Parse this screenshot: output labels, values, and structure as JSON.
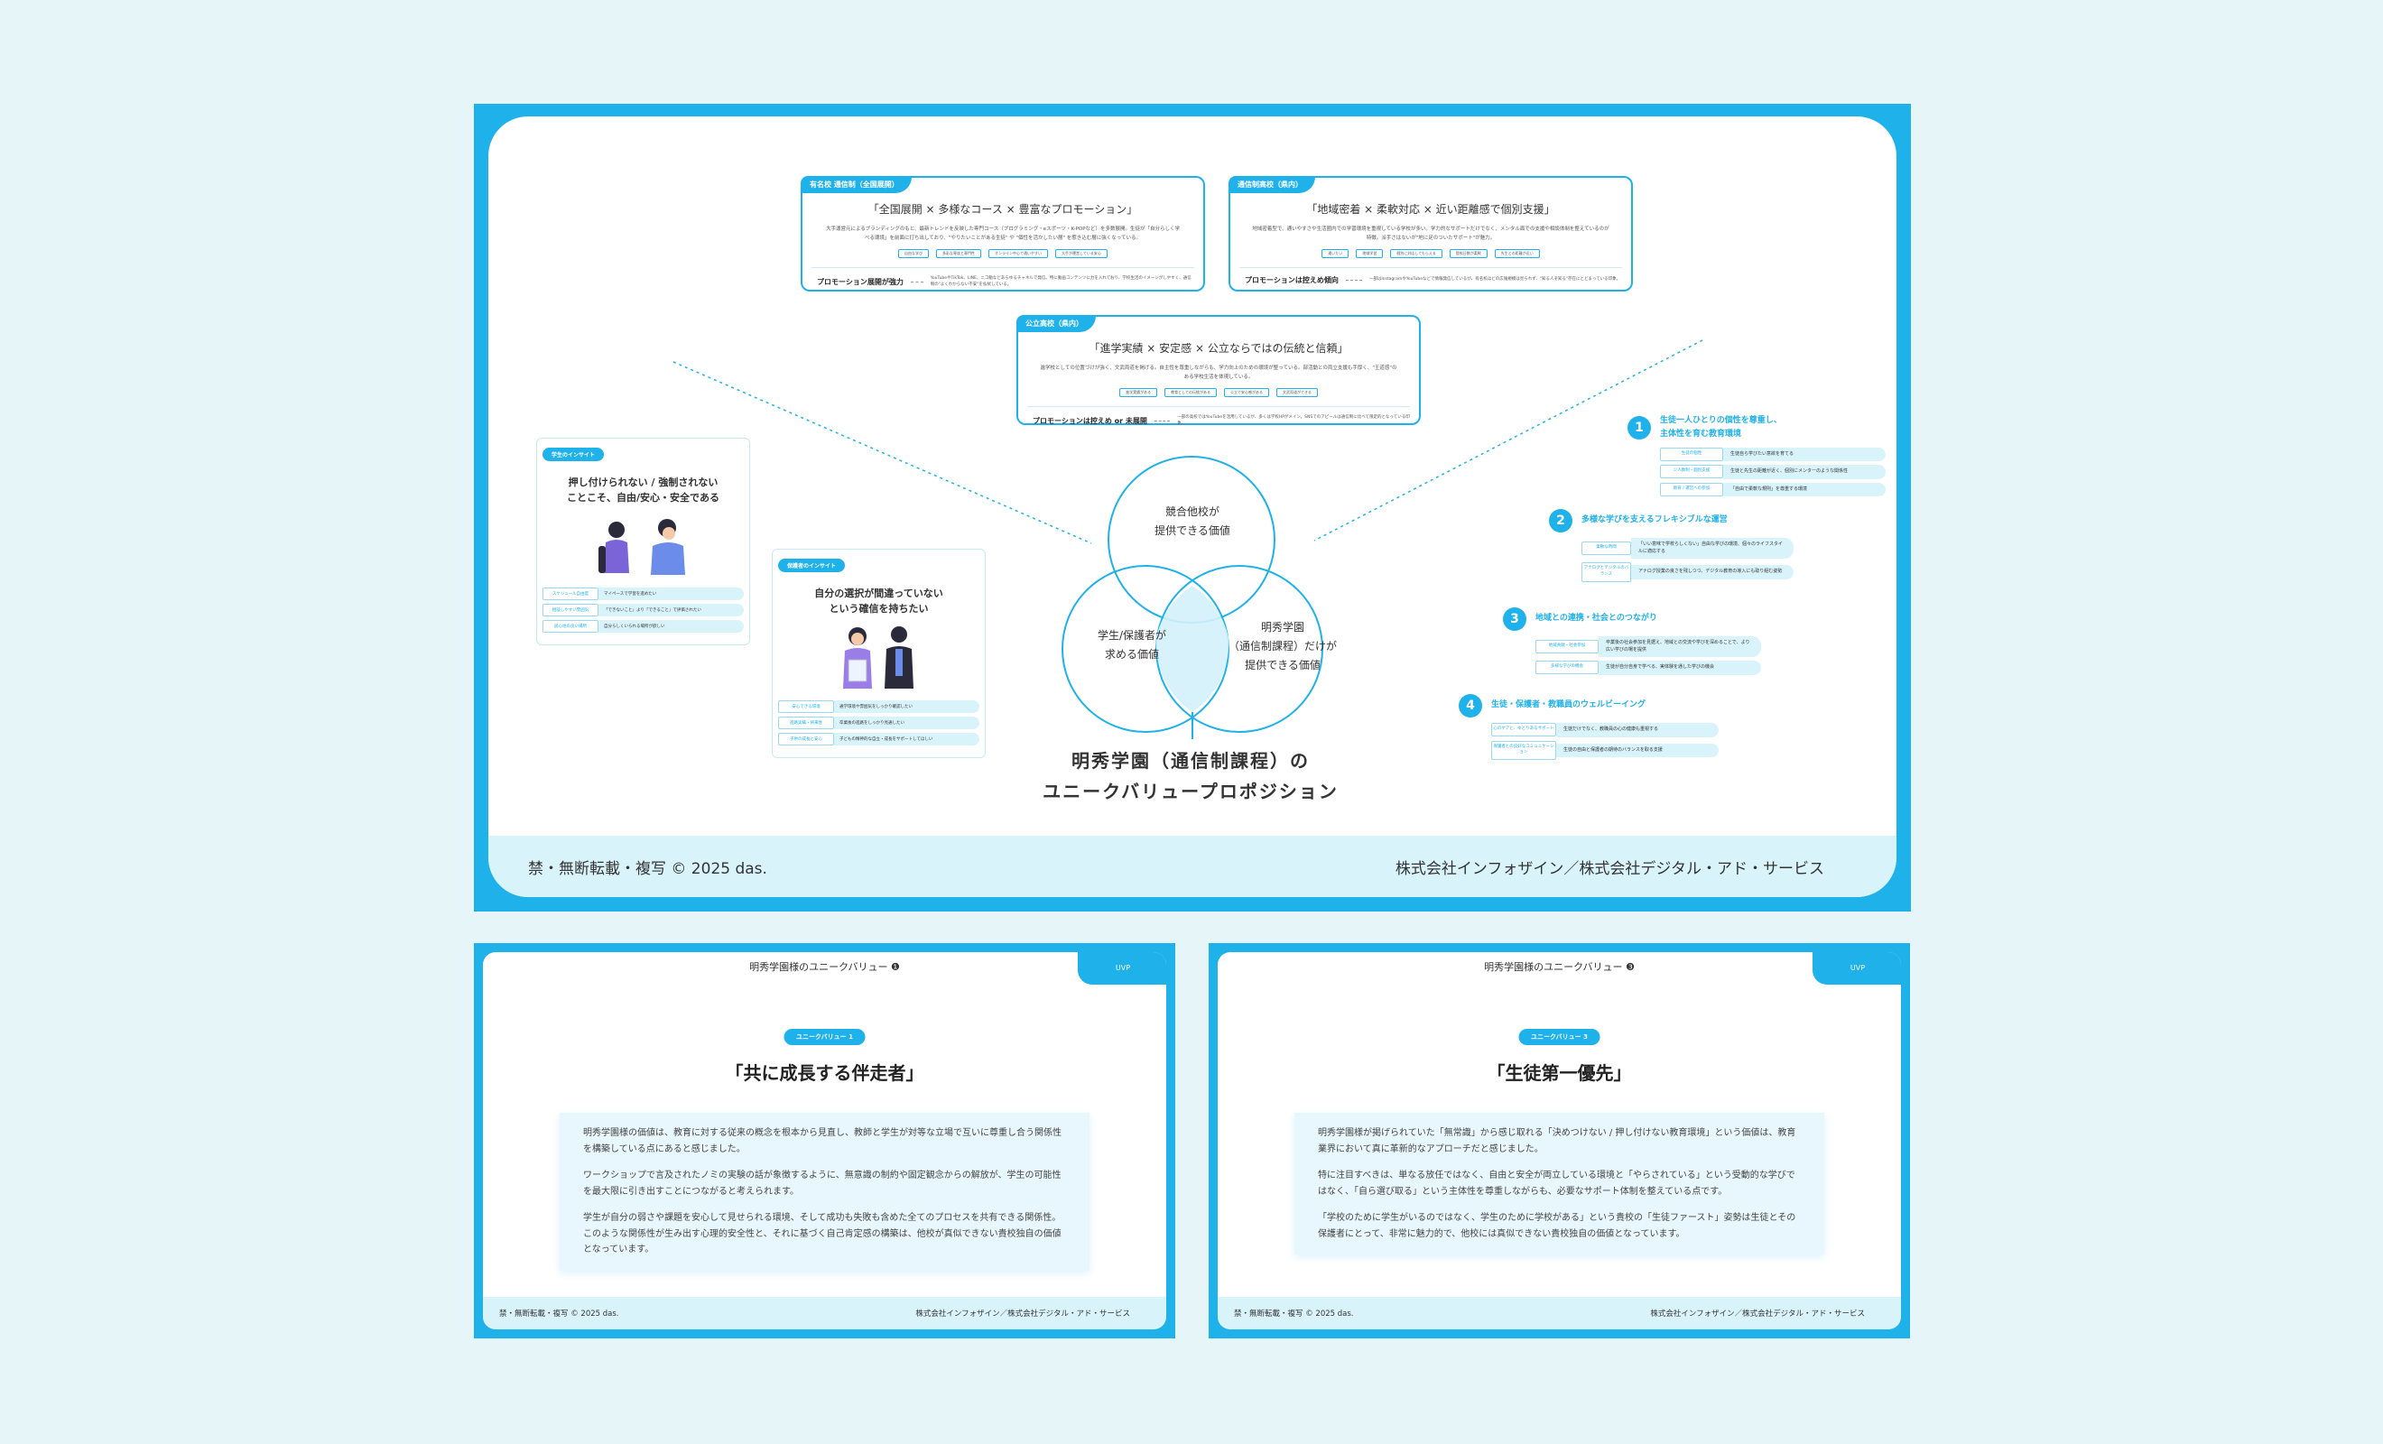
{
  "main_slide": {
    "footer_left": "禁・無断転載・複写 © 2025 das.",
    "footer_right": "株式会社インフォザイン／株式会社デジタル・アド・サービス",
    "title_line1": "明秀学園（通信制課程）の",
    "title_line2": "ユニークバリュープロポジション",
    "venn": {
      "top": [
        "競合他校が",
        "提供できる価値"
      ],
      "left": [
        "学生/保護者が",
        "求める価値"
      ],
      "right": [
        "明秀学園",
        "（通信制課程）だけが",
        "提供できる価値"
      ]
    },
    "schools": [
      {
        "tag": "有名校 通信制（全国展開）",
        "title": "「全国展開 × 多様なコース × 豊富なプロモーション」",
        "desc": "大手運営元によるブランディングのもと、最新トレンドを反映した専門コース（プログラミング・eスポーツ・K-POPなど）を多数展開。生徒が「自分らしく学べる環境」を前面に打ち出しており、\"やりたいことがある生徒\" や \"個性を活かしたい層\" を惹き込む層に強くなっている。",
        "chips": [
          "自由な学び",
          "多彩な専攻と専門性",
          "オンライン中心で通いやすい",
          "大手が運営している安心"
        ],
        "promo_label": "プロモーション展開が強力",
        "promo_text": "YouTubeやTikTok、LINE、ニコ動などあらゆるチャネルで発信。特に動画コンテンツに力を入れており、学校生活のイメージがしやすく、通信制の\"よくわからない不安\"を払拭している。"
      },
      {
        "tag": "通信制高校（県内）",
        "title": "「地域密着 × 柔軟対応 × 近い距離感で個別支援」",
        "desc": "地域密着型で、通いやすさや生活圏内での学習環境を重視している学校が多い。学力的なサポートだけでなく、メンタル面での支援や相談体制を整えているのが特徴。派手さはないが\"地に足のついたサポート\"が魅力。",
        "chips": [
          "通いたい",
          "地域学習",
          "個別に対応してもらえる",
          "登校日数が柔軟",
          "先生との距離が近い"
        ],
        "promo_label": "プロモーションは控えめ傾向",
        "promo_text": "一部はInstagramやYouTubeなどで情報発信しているが、有名校ほどの広報規模は見られず、\"知る人ぞ知る\"存在にとどまっている印象。"
      },
      {
        "tag": "公立高校（県内）",
        "title": "「進学実績 × 安定感 × 公立ならではの伝統と信頼」",
        "desc": "進学校としての位置づけが強く、文武両道を掲げる。自主性を尊重しながらも、学力向上のための環境が整っている。部活動との両立支援も手厚く、\"王道感\"のある学校生活を体現している。",
        "chips": [
          "進学実績がある",
          "教育としての伝統がある",
          "公立で安心感がある",
          "文武両道ができる"
        ],
        "promo_label": "プロモーションは控えめ or 未展開",
        "promo_text": "一部の高校ではYouTubeを活用しているが、多くは学校HPがメイン。SNSでのアピールは通信制に比べて限定的となっている印象。"
      }
    ],
    "insights": [
      {
        "tag": "学生のインサイト",
        "title": [
          "押し付けられない / 強制されない",
          "ことこそ、自由/安心・安全である"
        ],
        "rows": [
          [
            "スケジュール自由度",
            "マイペースで学習を進めたい"
          ],
          [
            "相談しやすい雰囲気",
            "「できないこと」より「できること」で評価されたい"
          ],
          [
            "居心地の良い場所",
            "自分らしくいられる場所が欲しい"
          ]
        ]
      },
      {
        "tag": "保護者のインサイト",
        "title": [
          "自分の選択が間違っていない",
          "という確信を持ちたい"
        ],
        "rows": [
          [
            "安心できる環境",
            "通学環境や雰囲気をしっかり確認したい"
          ],
          [
            "進路実績・将来性",
            "卒業後の進路をしっかり見通したい"
          ],
          [
            "子供の成長と安心",
            "子どもの精神的な自立・成長をサポートしてほしい"
          ]
        ]
      }
    ],
    "uvp_items": [
      {
        "num": "1",
        "heading": [
          "生徒一人ひとりの個性を尊重し、",
          "主体性を育む教育環境"
        ],
        "rows": [
          [
            "生徒の個性",
            "生徒自ら学びたい意欲を育てる"
          ],
          [
            "少人数制・個別支援",
            "生徒と先生の距離が近く、個別にメンターのような関係性"
          ],
          [
            "教育 / 運営への参加",
            "「自由で柔軟な規則」を尊重する環境"
          ]
        ]
      },
      {
        "num": "2",
        "heading": [
          "多様な学びを支えるフレキシブルな運営"
        ],
        "rows": [
          [
            "柔軟な時間",
            "「いい意味で学校らしくない」自由な学びの環境、個々のライフスタイルに適応する"
          ],
          [
            "アナログとデジタルのバランス",
            "アナログ授業の良さを残しつつ、デジタル教育の導入にも取り組む姿勢"
          ]
        ]
      },
      {
        "num": "3",
        "heading": [
          "地域との連携・社会とのつながり"
        ],
        "rows": [
          [
            "地域貢献・社会参加",
            "卒業後の社会参加を見据え、地域との交流や学びを深めることで、より広い学びの場を提供"
          ],
          [
            "多様な学びの機会",
            "生徒が自分自身で学べる、実体験を通した学びの機会"
          ]
        ]
      },
      {
        "num": "4",
        "heading": [
          "生徒・保護者・教職員のウェルビーイング"
        ],
        "rows": [
          [
            "心のケアと、ゆとりあるサポート",
            "生徒だけでなく、教職員の心の健康も重視する"
          ],
          [
            "保護者との良好なコミュニケーション",
            "生徒の自由と保護者の期待のバランスを取る支援"
          ]
        ]
      }
    ]
  },
  "slide_a": {
    "header": "明秀学園様のユニークバリュー ❶",
    "corner": "UVP",
    "pill": "ユニークバリュー 1",
    "title": "「共に成長する伴走者」",
    "paragraphs": [
      "明秀学園様の価値は、教育に対する従来の概念を根本から見直し、教師と学生が対等な立場で互いに尊重し合う関係性を構築している点にあると感じました。",
      "ワークショップで言及されたノミの実験の話が象徴するように、無意識の制約や固定観念からの解放が、学生の可能性を最大限に引き出すことにつながると考えられます。",
      "学生が自分の弱さや課題を安心して見せられる環境、そして成功も失敗も含めた全てのプロセスを共有できる関係性。このような関係性が生み出す心理的安全性と、それに基づく自己肯定感の構築は、他校が真似できない貴校独自の価値となっています。"
    ],
    "footer_left": "禁・無断転載・複写 © 2025 das.",
    "footer_right": "株式会社インフォザイン／株式会社デジタル・アド・サービス"
  },
  "slide_b": {
    "header": "明秀学園様のユニークバリュー ❸",
    "corner": "UVP",
    "pill": "ユニークバリュー 3",
    "title": "「生徒第一優先」",
    "paragraphs": [
      "明秀学園様が掲げられていた「無常識」から感じ取れる「決めつけない / 押し付けない教育環境」という価値は、教育業界において真に革新的なアプローチだと感じました。",
      "特に注目すべきは、単なる放任ではなく、自由と安全が両立している環境と「やらされている」という受動的な学びではなく、「自ら選び取る」という主体性を尊重しながらも、必要なサポート体制を整えている点です。",
      "「学校のために学生がいるのではなく、学生のために学校がある」という貴校の「生徒ファースト」姿勢は生徒とその保護者にとって、非常に魅力的で、他校には真似できない貴校独自の価値となっています。"
    ],
    "footer_left": "禁・無断転載・複写 © 2025 das.",
    "footer_right": "株式会社インフォザイン／株式会社デジタル・アド・サービス"
  }
}
